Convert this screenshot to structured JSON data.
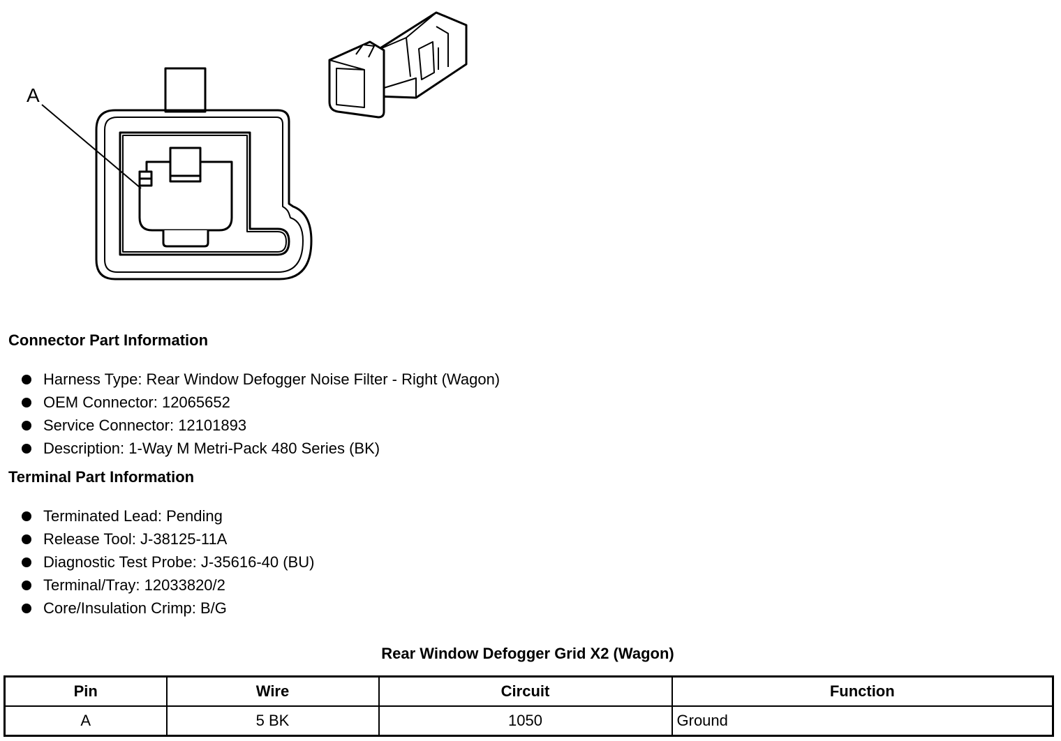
{
  "diagram": {
    "callout_label": "A"
  },
  "connector_info": {
    "heading": "Connector Part Information",
    "items": [
      "Harness Type: Rear Window Defogger Noise Filter - Right (Wagon)",
      "OEM Connector: 12065652",
      "Service Connector: 12101893",
      "Description: 1-Way M Metri-Pack 480 Series (BK)"
    ]
  },
  "terminal_info": {
    "heading": "Terminal Part Information",
    "items": [
      "Terminated Lead: Pending",
      "Release Tool: J-38125-11A",
      "Diagnostic Test Probe: J-35616-40 (BU)",
      "Terminal/Tray: 12033820/2",
      "Core/Insulation Crimp: B/G"
    ]
  },
  "pin_table": {
    "caption": "Rear Window Defogger Grid X2 (Wagon)",
    "headers": {
      "pin": "Pin",
      "wire": "Wire",
      "circuit": "Circuit",
      "function": "Function"
    },
    "rows": [
      {
        "pin": "A",
        "wire": "5 BK",
        "circuit": "1050",
        "function": "Ground"
      }
    ]
  }
}
